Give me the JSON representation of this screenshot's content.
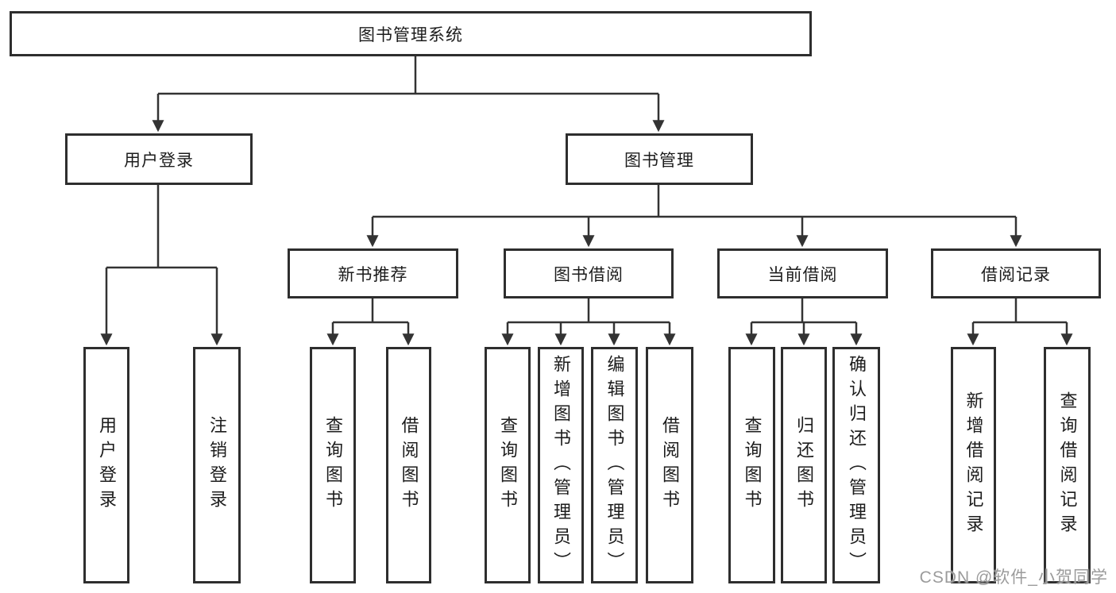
{
  "diagram": {
    "title_node": {
      "label": "图书管理系统"
    },
    "level2": [
      {
        "label": "用户登录"
      },
      {
        "label": "图书管理"
      }
    ],
    "level3": [
      {
        "label": "新书推荐"
      },
      {
        "label": "图书借阅"
      },
      {
        "label": "当前借阅"
      },
      {
        "label": "借阅记录"
      }
    ],
    "leaves": {
      "user_login": [
        "用户登录",
        "注销登录"
      ],
      "new_book": [
        "查询图书",
        "借阅图书"
      ],
      "book_borrow": [
        "查询图书",
        "新增图书（管理员）",
        "编辑图书（管理员）",
        "借阅图书"
      ],
      "current_borrow": [
        "查询图书",
        "归还图书",
        "确认归还（管理员）"
      ],
      "borrow_records": [
        "新增借阅记录",
        "查询借阅记录"
      ]
    },
    "watermark": "CSDN @软件_小贺同学",
    "colors": {
      "line": "#333333",
      "border": "#2e2e2e",
      "text": "#1c1c1c",
      "watermark": "#9b9b9b",
      "background": "#ffffff"
    }
  }
}
